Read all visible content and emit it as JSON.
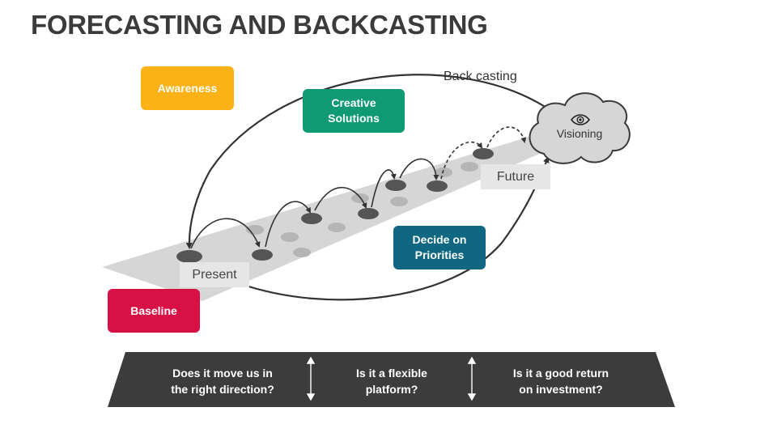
{
  "title": "FORECASTING AND BACKCASTING",
  "boxes": {
    "awareness": "Awareness",
    "creative_solutions": "Creative\nSolutions",
    "decide_on_priorities": "Decide on\nPriorities",
    "baseline": "Baseline"
  },
  "labels": {
    "back_casting": "Back casting",
    "visioning": "Visioning",
    "future": "Future",
    "present": "Present"
  },
  "questions": [
    "Does it move us in\nthe right direction?",
    "Is it a flexible\nplatform?",
    "Is it a good return\non investment?"
  ],
  "colors": {
    "awareness": "#fbb216",
    "creative_solutions": "#0f9a73",
    "decide_on_priorities": "#0f6781",
    "baseline": "#d71046",
    "bottom_bar": "#3c3c3c",
    "road": "#d6d6d6"
  },
  "icons": [
    "eye-icon",
    "cloud-icon",
    "double-arrow-icon"
  ]
}
